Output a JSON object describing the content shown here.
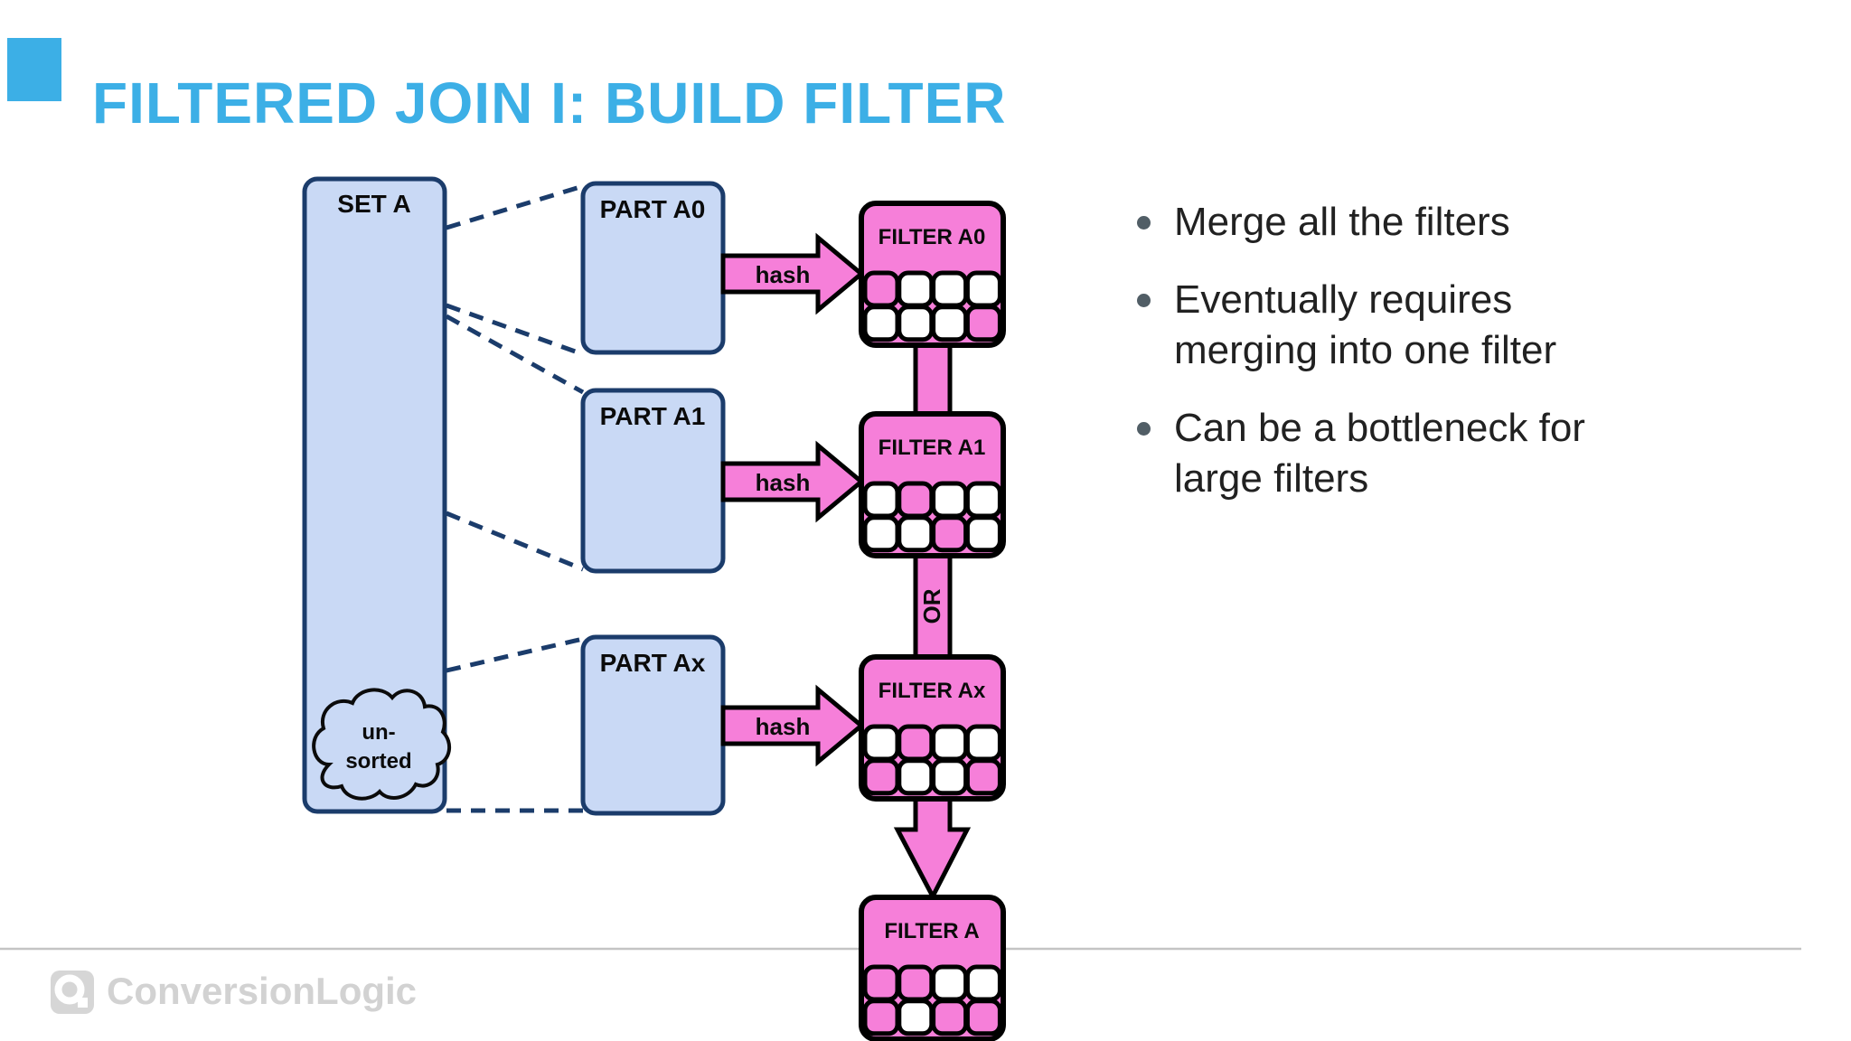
{
  "slide": {
    "title": "FILTERED JOIN I: BUILD FILTER"
  },
  "diagram": {
    "set_box": {
      "label": "SET A",
      "cloud_line1": "un-",
      "cloud_line2": "sorted"
    },
    "parts": [
      {
        "label": "PART A0",
        "arrow_label": "hash"
      },
      {
        "label": "PART A1",
        "arrow_label": "hash"
      },
      {
        "label": "PART Ax",
        "arrow_label": "hash"
      }
    ],
    "filters": [
      {
        "label": "FILTER A0",
        "pattern": [
          [
            1,
            0,
            0,
            0
          ],
          [
            0,
            0,
            0,
            1
          ]
        ]
      },
      {
        "label": "FILTER A1",
        "pattern": [
          [
            0,
            1,
            0,
            0
          ],
          [
            0,
            0,
            1,
            0
          ]
        ]
      },
      {
        "label": "FILTER Ax",
        "pattern": [
          [
            0,
            1,
            0,
            0
          ],
          [
            1,
            0,
            0,
            1
          ]
        ]
      }
    ],
    "or_label": "OR",
    "merged_filter": {
      "label": "FILTER A",
      "pattern": [
        [
          1,
          1,
          0,
          0
        ],
        [
          1,
          0,
          1,
          1
        ]
      ]
    },
    "colors": {
      "accent": "#3CAFE6",
      "box_fill": "#C9D9F5",
      "box_stroke": "#1B3C6B",
      "pink": "#F67FD9",
      "cell_on": "#F67FD9",
      "cell_off": "#FFFFFF"
    }
  },
  "bullets": [
    "Merge all the filters",
    "Eventually requires merging into one filter",
    "Can be a bottleneck for large filters"
  ],
  "footer": {
    "logo_text": "ConversionLogic"
  }
}
